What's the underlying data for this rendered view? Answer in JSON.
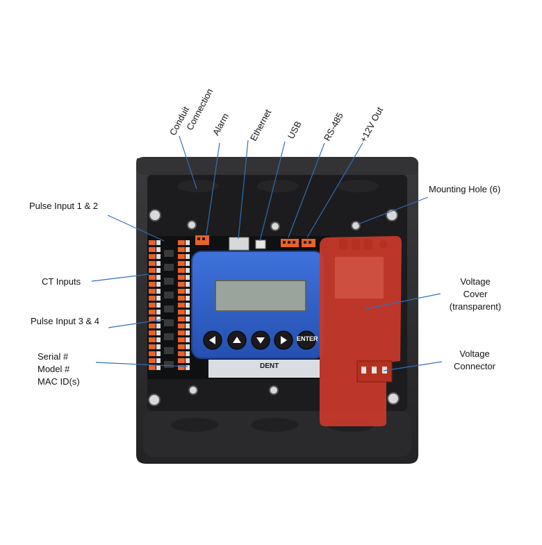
{
  "colors": {
    "enclosure": "#2b2b2d",
    "enclosure_inner": "#1c1c1e",
    "board": "#0f1012",
    "display_bezel": "#2f5fc6",
    "lcd": "#9aa39c",
    "voltage_cover": "#c8392a",
    "terminal_orange": "#e8622a",
    "leader": "#2f6fb8"
  },
  "device": {
    "display_buttons": [
      {
        "icon": "left-arrow"
      },
      {
        "icon": "up-arrow"
      },
      {
        "icon": "down-arrow"
      },
      {
        "icon": "right-arrow"
      },
      {
        "label": "ENTER"
      }
    ],
    "brand_text": "DENT"
  },
  "callouts": {
    "top": [
      {
        "lines": [
          "Conduit",
          "Connection"
        ]
      },
      {
        "lines": [
          "Alarm"
        ]
      },
      {
        "lines": [
          "Ethernet"
        ]
      },
      {
        "lines": [
          "USB"
        ]
      },
      {
        "lines": [
          "RS-485"
        ]
      },
      {
        "lines": [
          "+12V Out"
        ]
      }
    ],
    "left": [
      {
        "lines": [
          "Pulse Input 1 & 2"
        ]
      },
      {
        "lines": [
          "CT Inputs"
        ]
      },
      {
        "lines": [
          "Pulse Input 3 & 4"
        ]
      },
      {
        "lines": [
          "Serial #",
          "Model #",
          "MAC ID(s)"
        ]
      }
    ],
    "right": [
      {
        "lines": [
          "Mounting Hole (6)"
        ]
      },
      {
        "lines": [
          "Voltage",
          "Cover",
          "(transparent)"
        ]
      },
      {
        "lines": [
          "Voltage",
          "Connector"
        ]
      }
    ]
  }
}
